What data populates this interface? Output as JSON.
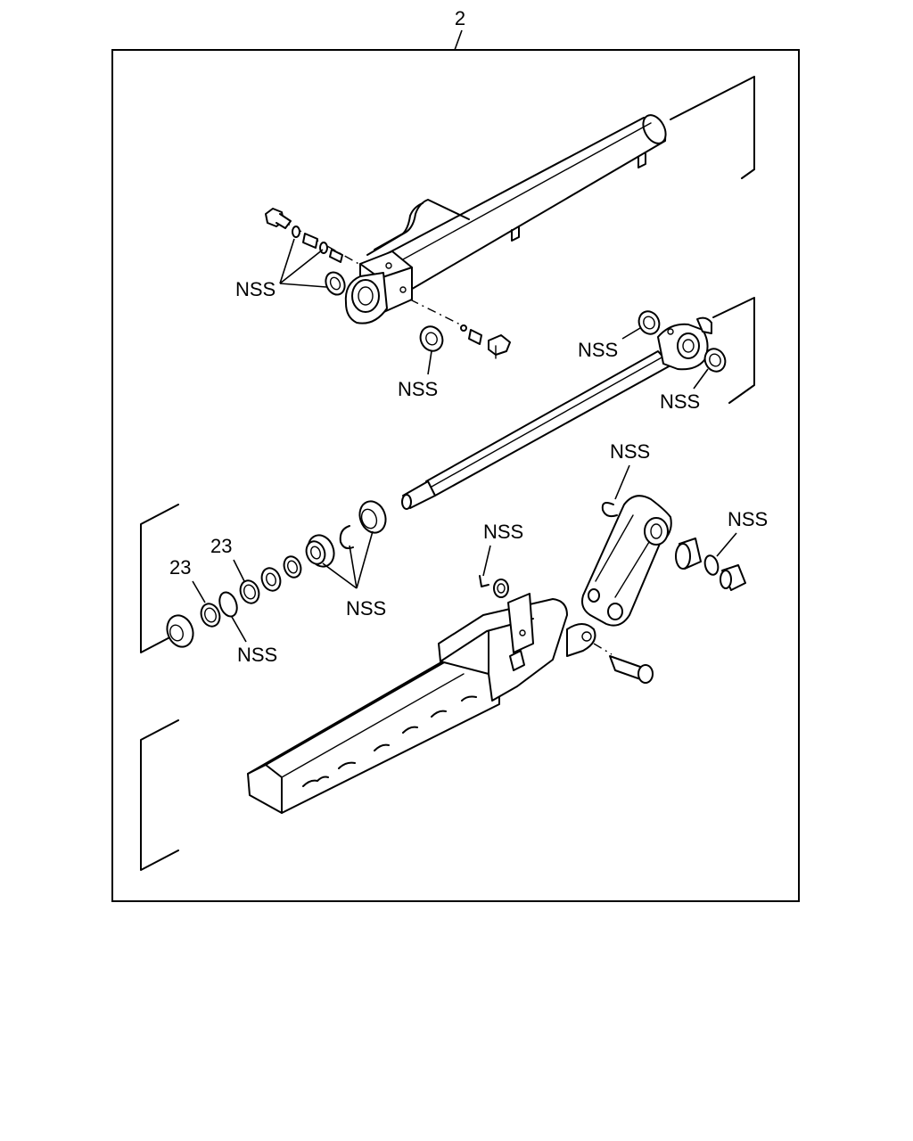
{
  "assembly_callout": "2",
  "callouts": {
    "nss_upper_left": "NSS",
    "nss_upper_mid": "NSS",
    "nss_upper_right_a": "NSS",
    "nss_upper_right_b": "NSS",
    "nss_mid_right_top": "NSS",
    "nss_mid_right": "NSS",
    "nss_seal_group": "NSS",
    "nss_clip": "NSS",
    "nss_oring": "NSS",
    "part_23_a": "23",
    "part_23_b": "23"
  }
}
